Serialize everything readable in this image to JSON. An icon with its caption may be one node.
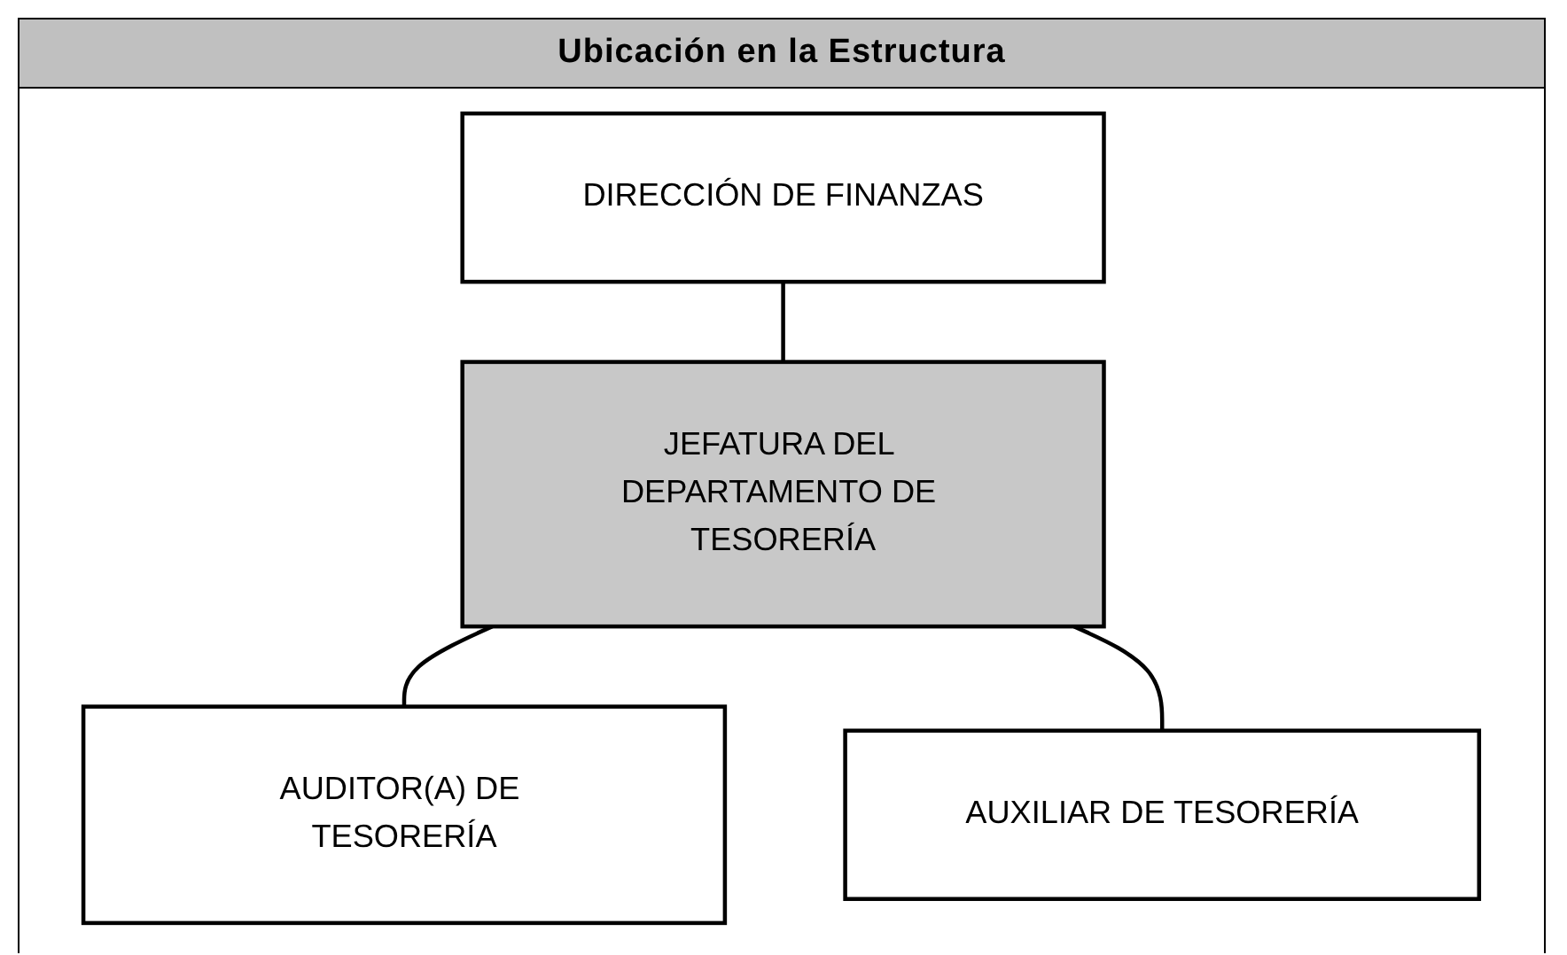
{
  "diagram": {
    "title": "Ubicación en la Estructura",
    "nodes": [
      {
        "text": [
          "DIRECCIÓN DE FINANZAS"
        ]
      },
      {
        "text": [
          "JEFATURA DEL DEPARTAMENTO DE TESORERÍA"
        ]
      },
      {
        "text": [
          "AUDITOR(A) DE TESORERÍA"
        ]
      },
      {
        "text": [
          "AUXILIAR DE TESORERÍA"
        ]
      }
    ],
    "edges": [
      {
        "from": 0,
        "to": 1,
        "arrow": "none"
      },
      {
        "from": 1,
        "to": 2,
        "arrow": "none"
      },
      {
        "from": 1,
        "to": 3,
        "arrow": "none"
      }
    ]
  }
}
